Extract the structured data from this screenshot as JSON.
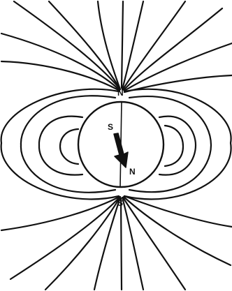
{
  "diagram": {
    "labels": {
      "top_pole": "N",
      "bottom_pole": "S",
      "arrow_tail": "S",
      "arrow_head": "N"
    },
    "colors": {
      "background": "#ffffff",
      "ink": "#111111"
    }
  }
}
